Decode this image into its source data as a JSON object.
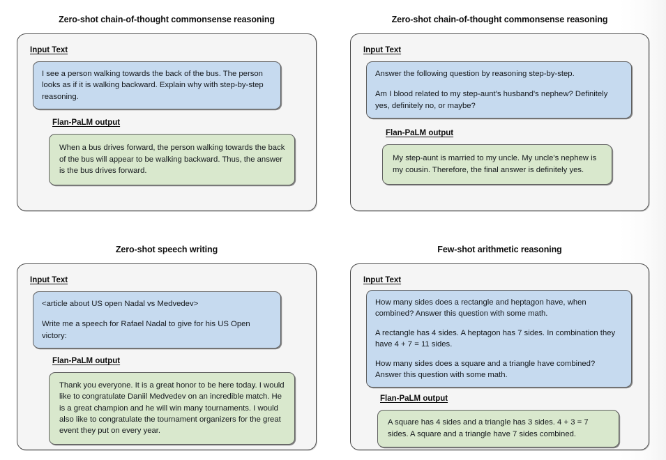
{
  "figure": {
    "background_color": "#ffffff",
    "panel_background": "#f5f5f5",
    "panel_border_color": "#4a4a4a",
    "input_bubble_color": "#c6daef",
    "output_bubble_color": "#d9e8cd"
  },
  "labels": {
    "input": "Input Text",
    "output": "Flan-PaLM output"
  },
  "panels": [
    {
      "id": "zero-shot-cot-commonsense-bus",
      "title": "Zero-shot chain-of-thought commonsense reasoning",
      "input_paragraphs": [
        "I see a person walking towards the back of the bus. The person looks as if it is walking backward. Explain why with step-by-step reasoning."
      ],
      "output_paragraphs": [
        "When a bus drives forward, the person walking towards the back of the bus will appear to be walking backward. Thus, the answer is the bus drives forward."
      ]
    },
    {
      "id": "zero-shot-cot-commonsense-stepaunt",
      "title": "Zero-shot chain-of-thought commonsense reasoning",
      "input_paragraphs": [
        "Answer the following question by reasoning step-by-step.",
        "Am I blood related to my step-aunt's husband's nephew? Definitely yes, definitely no, or maybe?"
      ],
      "output_paragraphs": [
        "My step-aunt is married to my uncle. My uncle's nephew is my cousin. Therefore, the final answer is definitely yes."
      ]
    },
    {
      "id": "zero-shot-speech-writing",
      "title": "Zero-shot speech writing",
      "input_paragraphs": [
        "<article about US open Nadal vs Medvedev>",
        "Write me a speech for Rafael Nadal to give for his US Open victory:"
      ],
      "output_paragraphs": [
        "Thank you everyone. It is a great honor to be here today. I would like to congratulate Daniil Medvedev on an incredible match. He is a great champion and he will win many tournaments. I would also like to congratulate the tournament organizers for the great event they put on every year."
      ]
    },
    {
      "id": "few-shot-arithmetic-reasoning",
      "title": "Few-shot arithmetic reasoning",
      "input_paragraphs": [
        "How many sides does a rectangle and heptagon have, when combined? Answer this question with some math.",
        "A rectangle has 4 sides. A heptagon has 7 sides. In combination they have 4 + 7 = 11 sides.",
        "How many sides does a square and a triangle have combined? Answer this question with some math."
      ],
      "output_paragraphs": [
        "A square has 4 sides and a triangle has 3 sides. 4 + 3 = 7 sides. A square and a triangle have 7 sides combined."
      ]
    }
  ]
}
